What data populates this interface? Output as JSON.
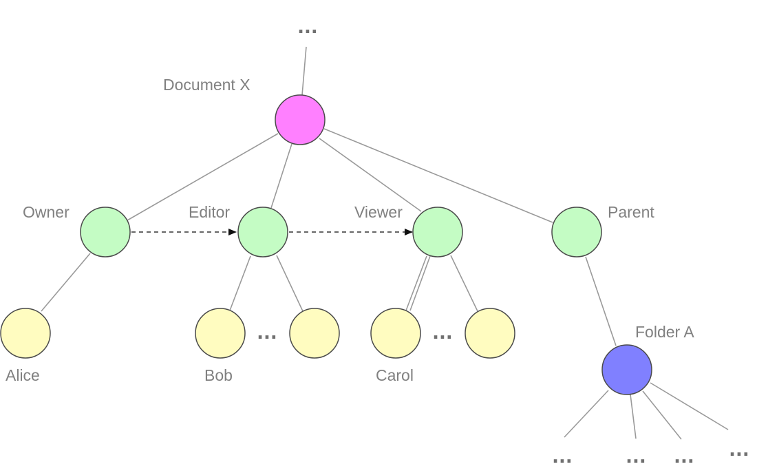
{
  "colors": {
    "root": "#ff80ff",
    "relation": "#c4fcc4",
    "user": "#fffcc0",
    "folder": "#8080ff",
    "edge": "#9a9a9a",
    "label": "#808080"
  },
  "nodes": {
    "document_x": {
      "label": "Document X"
    },
    "owner": {
      "label": "Owner"
    },
    "editor": {
      "label": "Editor"
    },
    "viewer": {
      "label": "Viewer"
    },
    "parent": {
      "label": "Parent"
    },
    "alice": {
      "label": "Alice"
    },
    "bob": {
      "label": "Bob"
    },
    "carol": {
      "label": "Carol"
    },
    "folder_a": {
      "label": "Folder A"
    }
  },
  "ellipsis": "..."
}
